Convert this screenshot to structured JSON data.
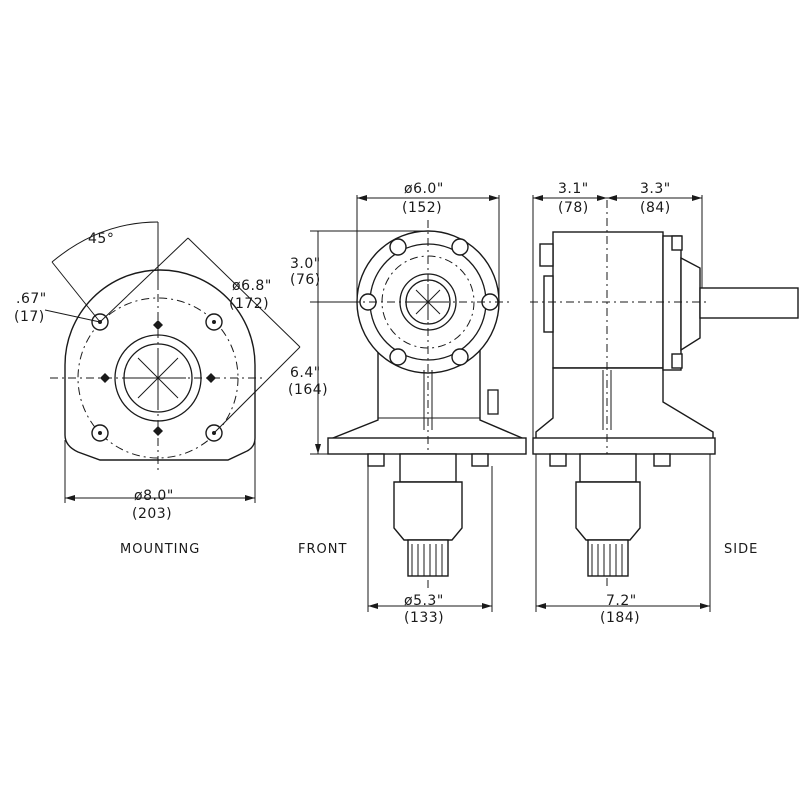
{
  "views": {
    "mounting": "MOUNTING",
    "front": "FRONT",
    "side": "SIDE"
  },
  "dimensions": {
    "angle": "45°",
    "hole_in": ".67\"",
    "hole_mm": "(17)",
    "bolt_circle_in": "ø6.8\"",
    "bolt_circle_mm": "(172)",
    "base_in": "ø8.0\"",
    "base_mm": "(203)",
    "flange_in": "ø6.0\"",
    "flange_mm": "(152)",
    "upper_height_in": "3.0\"",
    "upper_height_mm": "(76)",
    "shaft_height_in": "6.4\"",
    "shaft_height_mm": "(164)",
    "lower_in": "ø5.3\"",
    "lower_mm": "(133)",
    "side_left_in": "3.1\"",
    "side_left_mm": "(78)",
    "side_right_in": "3.3\"",
    "side_right_mm": "(84)",
    "side_width_in": "7.2\"",
    "side_width_mm": "(184)"
  }
}
